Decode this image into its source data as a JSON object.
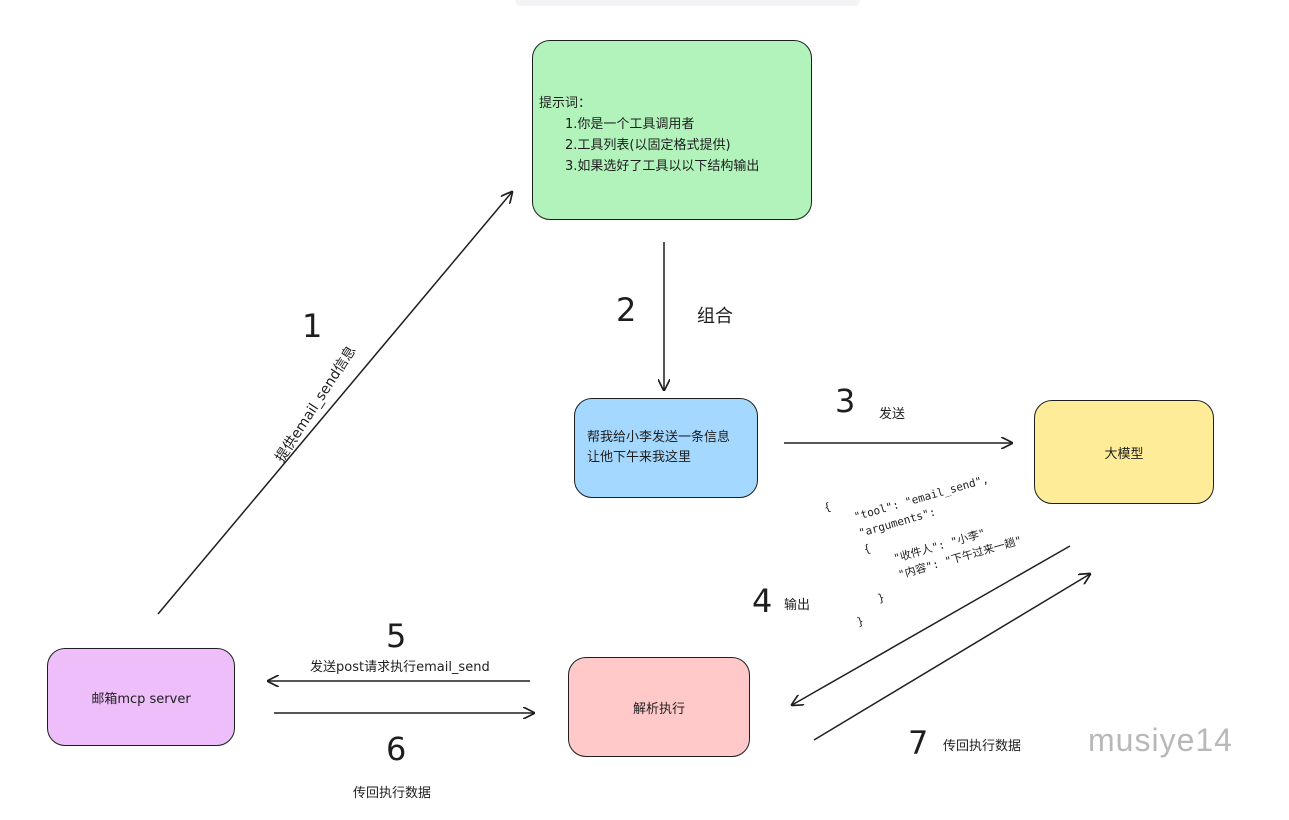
{
  "nodes": {
    "prompt": {
      "title": "提示词：",
      "items": [
        "1.你是一个工具调用者",
        "2.工具列表(以固定格式提供)",
        "3.如果选好了工具以以下结构输出"
      ],
      "color": "#b2f2bb"
    },
    "request": {
      "lines": [
        "帮我给小李发送一条信息",
        "让他下午来我这里"
      ],
      "color": "#a5d8ff"
    },
    "model": {
      "label": "大模型",
      "color": "#ffec99"
    },
    "parse": {
      "label": "解析执行",
      "color": "#ffc9c9"
    },
    "mail": {
      "label": "邮箱mcp server",
      "color": "#eebefa"
    }
  },
  "edges": {
    "e1": {
      "number": "1",
      "label": "提供email_send信息"
    },
    "e2": {
      "number": "2",
      "label": "组合"
    },
    "e3": {
      "number": "3",
      "label": "发送"
    },
    "e4": {
      "number": "4",
      "label": "输出"
    },
    "e5": {
      "number": "5",
      "label": "发送post请求执行email_send"
    },
    "e6": {
      "number": "6",
      "label": "传回执行数据"
    },
    "e7": {
      "number": "7",
      "label": "传回执行数据"
    }
  },
  "json_output": {
    "lines": [
      "{",
      "    \"tool\": \"email_send\",",
      "    \"arguments\":",
      "    {",
      "        \"收件人\": \"小李\"",
      "        \"内容\": \"下午过来一趟\"",
      "    }",
      "}"
    ]
  },
  "watermark": "musiye14"
}
